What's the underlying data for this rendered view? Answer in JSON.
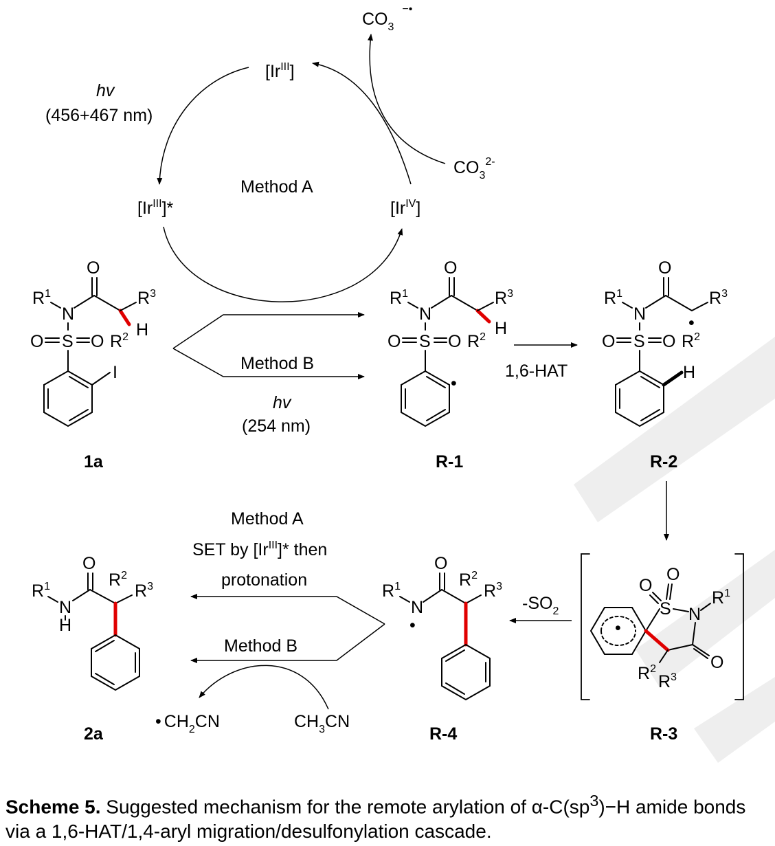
{
  "catalytic_cycle": {
    "ir3": "[Ir",
    "ir3_ox": "III",
    "ir3_close": "]",
    "ir3_excited_close": "]*",
    "ir4_ox": "IV",
    "light_a_italic": "hv",
    "light_a_wavelength": "(456+467 nm)",
    "method_a": "Method A",
    "carbonate_radical_main": "CO",
    "carbonate_radical_sub": "3",
    "carbonate_radical_charge": "−•",
    "carbonate_main": "CO",
    "carbonate_sub": "3",
    "carbonate_charge": "2-"
  },
  "pathway_b": {
    "method_b": "Method B",
    "light_b_italic": "hv",
    "light_b_wavelength": "(254 nm)"
  },
  "hat_step": "1,6-HAT",
  "so2_loss": "-SO",
  "so2_sub": "2",
  "final_step": {
    "line1": "Method A",
    "line2_pre": "SET by [Ir",
    "line2_sup": "III",
    "line2_post": "]* then",
    "line3": "protonation",
    "method_b": "Method B",
    "byproduct_main": "CH",
    "byproduct_sub": "2",
    "byproduct_tail": "CN",
    "solvent_main": "CH",
    "solvent_sub": "3",
    "solvent_tail": "CN"
  },
  "atoms": {
    "O": "O",
    "N": "N",
    "S": "S",
    "H": "H",
    "I": "I",
    "R": "R",
    "r1": "1",
    "r2": "2",
    "r3": "3",
    "dot": "•"
  },
  "compounds": {
    "c1a": "1a",
    "r1": "R-1",
    "r2": "R-2",
    "r3": "R-3",
    "r4": "R-4",
    "c2a": "2a"
  },
  "caption": {
    "label": "Scheme 5.",
    "text_pre": " Suggested mechanism for the remote arylation of α-C(sp",
    "text_sup": "3",
    "text_post": ")−H amide bonds via a 1,6-HAT/1,4-aryl migration/desulfonylation cascade."
  },
  "colors": {
    "highlight_bond": "#e00000",
    "watermark": "#eeeeee",
    "ink": "#000000"
  }
}
